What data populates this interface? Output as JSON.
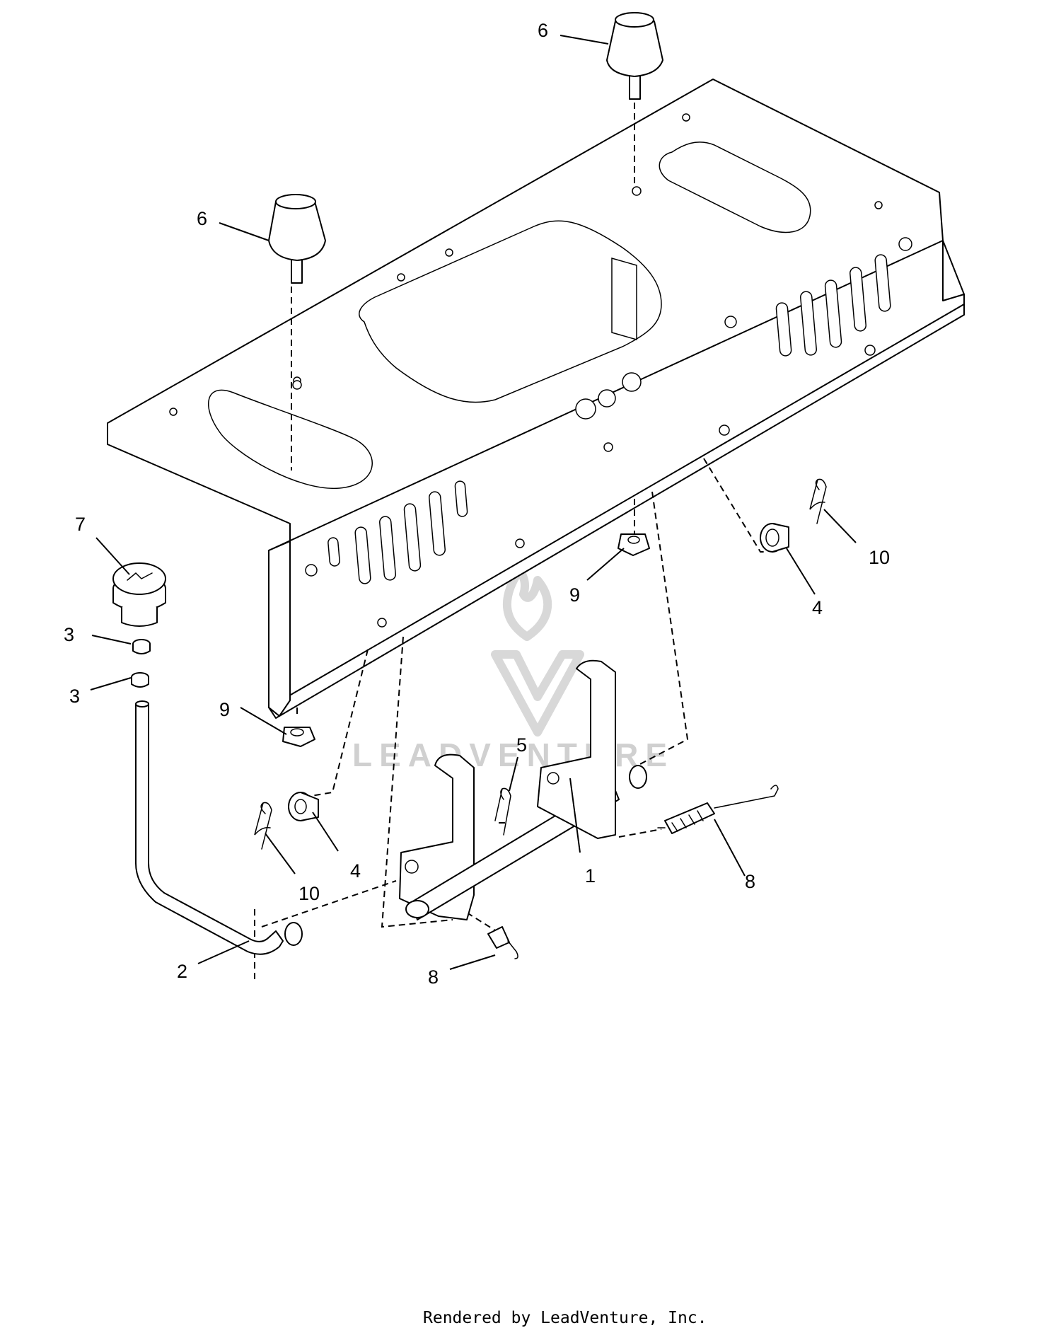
{
  "callouts": {
    "c1": "1",
    "c2": "2",
    "c3a": "3",
    "c3b": "3",
    "c4a": "4",
    "c4b": "4",
    "c5": "5",
    "c6a": "6",
    "c6b": "6",
    "c7": "7",
    "c8a": "8",
    "c8b": "8",
    "c9a": "9",
    "c9b": "9",
    "c10a": "10",
    "c10b": "10"
  },
  "watermark": "LEADVENTURE",
  "footer": "Rendered by LeadVenture, Inc."
}
